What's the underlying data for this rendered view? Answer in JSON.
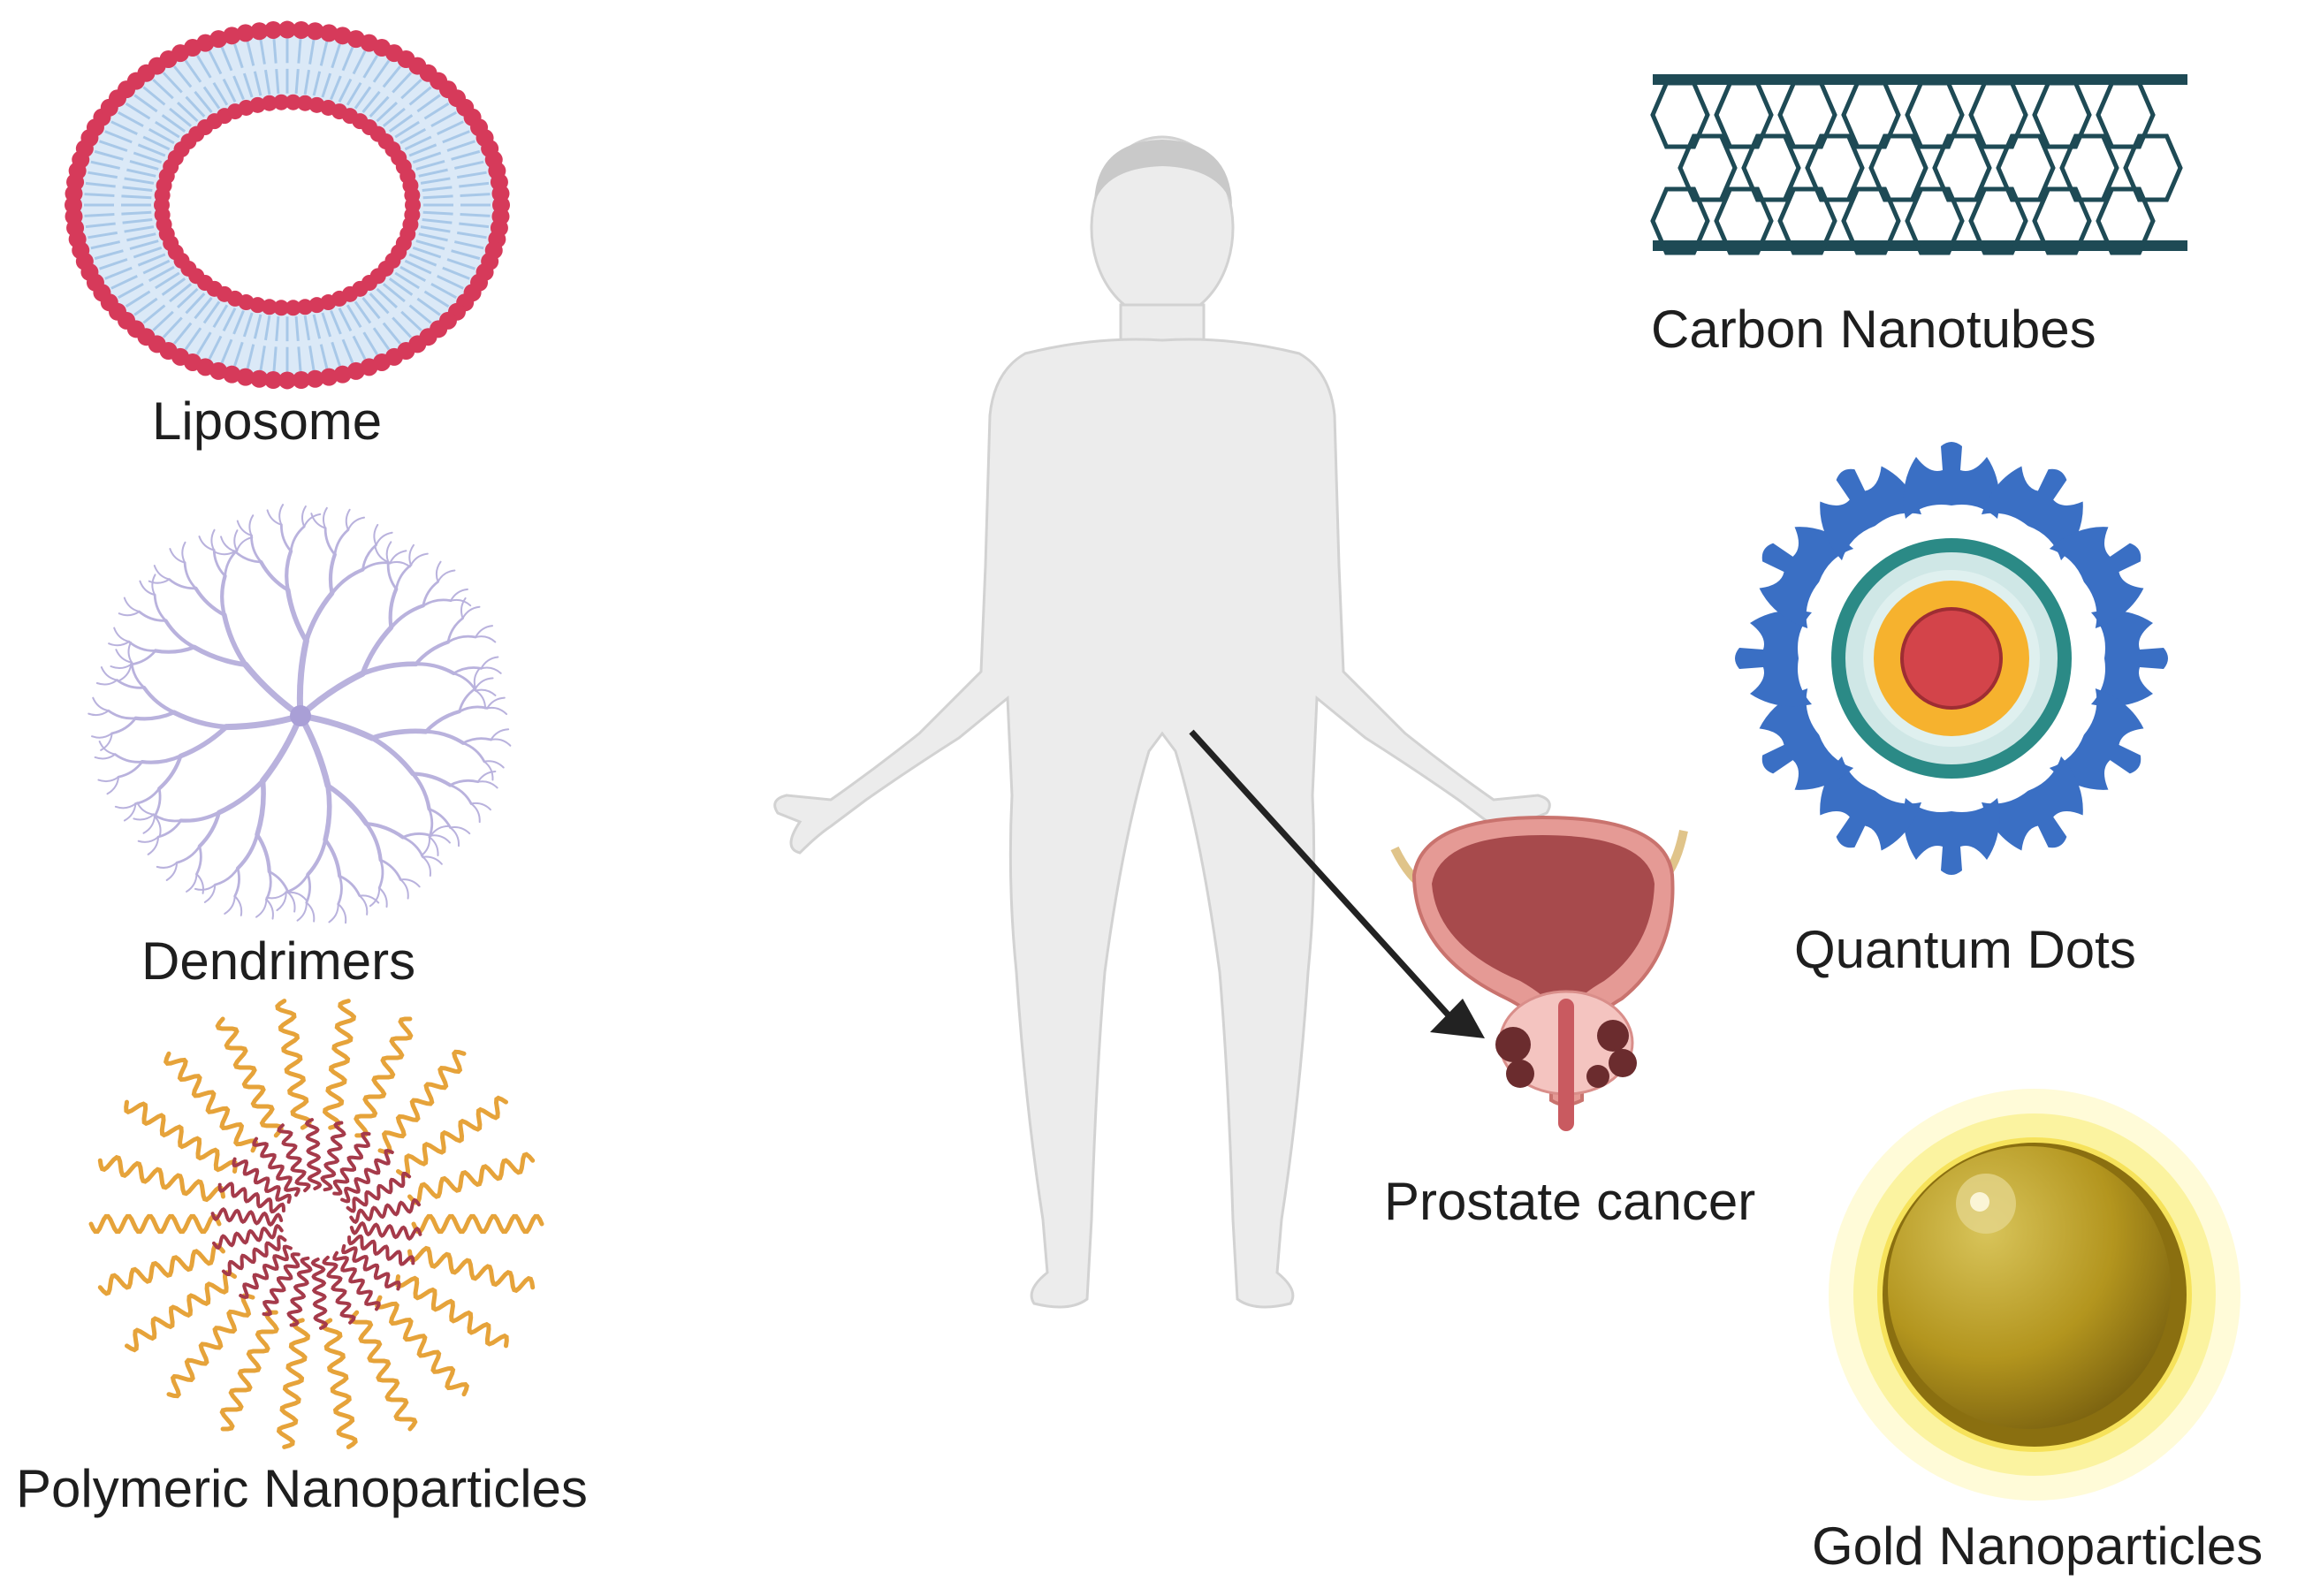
{
  "labels": {
    "liposome": "Liposome",
    "dendrimers": "Dendrimers",
    "polymeric": "Polymeric Nanoparticles",
    "carbon": "Carbon Nanotubes",
    "quantum": "Quantum Dots",
    "prostate": "Prostate cancer",
    "gold": "Gold Nanoparticles"
  },
  "icons": {
    "liposome": "liposome-icon",
    "dendrimer": "dendrimer-icon",
    "polymeric": "polymeric-nanoparticle-icon",
    "carbon": "carbon-nanotube-icon",
    "quantum": "quantum-dot-icon",
    "gold": "gold-nanoparticle-icon",
    "body": "human-body-icon",
    "prostate": "prostate-organ-icon",
    "arrow": "arrow-icon"
  },
  "colors": {
    "liposome_head": "#d63a5a",
    "liposome_tail": "#a8c8e8",
    "dendrimer": "#b9b2dd",
    "polymer_outer": "#e6a33a",
    "polymer_inner": "#a53a4a",
    "nanotube": "#1e4a55",
    "qd_ligand": "#3a6fc4",
    "qd_shell": "#2b8a86",
    "qd_mid": "#f6b22e",
    "qd_core": "#d3444a",
    "gold_glow": "#fbf3a0",
    "gold_sphere": "#b3951e",
    "body": "#ececec",
    "organ": "#c9736e"
  }
}
